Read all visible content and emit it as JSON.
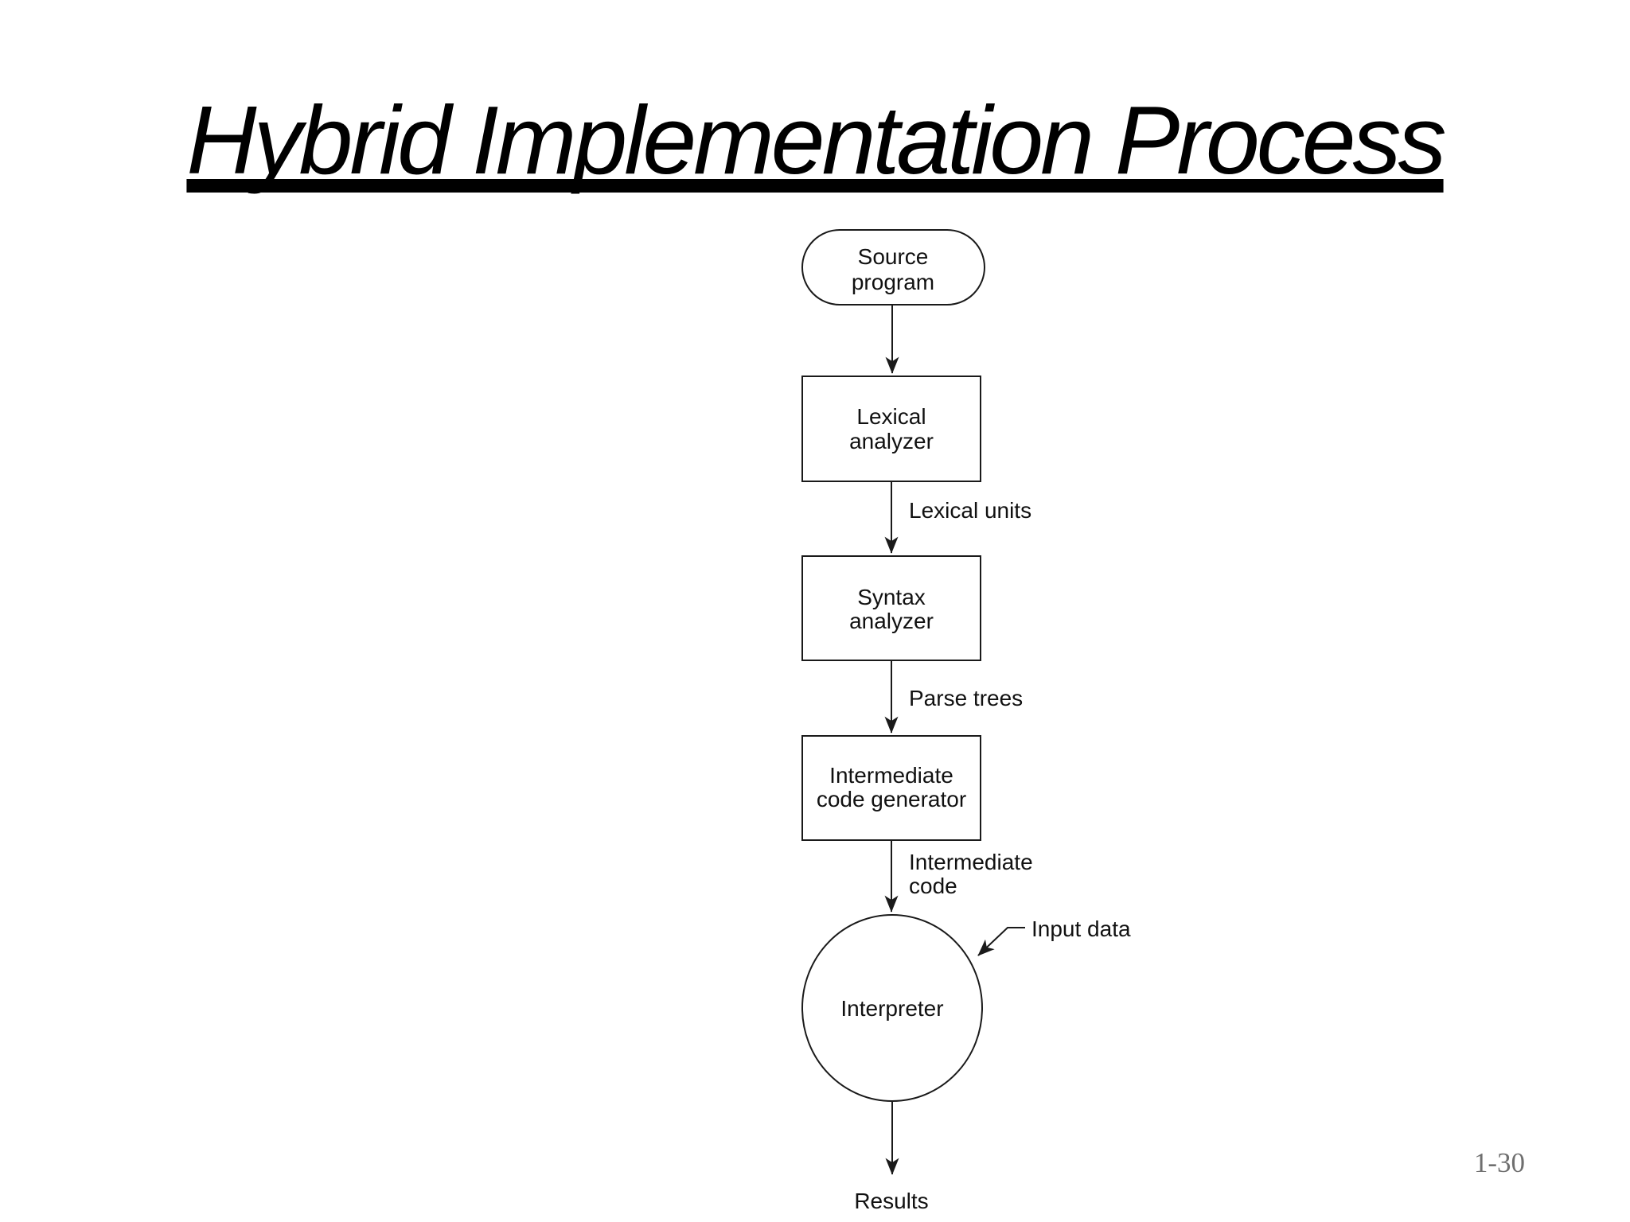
{
  "slide": {
    "title": "Hybrid Implementation Process",
    "page_number": "1-30"
  },
  "diagram": {
    "nodes": {
      "source": {
        "shape": "stadium",
        "line1": "Source",
        "line2": "program"
      },
      "lexical": {
        "shape": "rectangle",
        "line1": "Lexical",
        "line2": "analyzer"
      },
      "syntax": {
        "shape": "rectangle",
        "line1": "Syntax",
        "line2": "analyzer"
      },
      "codegen": {
        "shape": "rectangle",
        "line1": "Intermediate",
        "line2": "code generator"
      },
      "interpreter": {
        "shape": "circle",
        "label": "Interpreter"
      }
    },
    "edge_labels": {
      "lexical_units": "Lexical units",
      "parse_trees": "Parse trees",
      "intermediate_code_line1": "Intermediate",
      "intermediate_code_line2": "code",
      "input_data": "Input data",
      "results": "Results"
    },
    "colors": {
      "ink": "#1a1a1a",
      "text": "#111111",
      "page_number": "#6f6f6f",
      "background": "#ffffff"
    }
  }
}
